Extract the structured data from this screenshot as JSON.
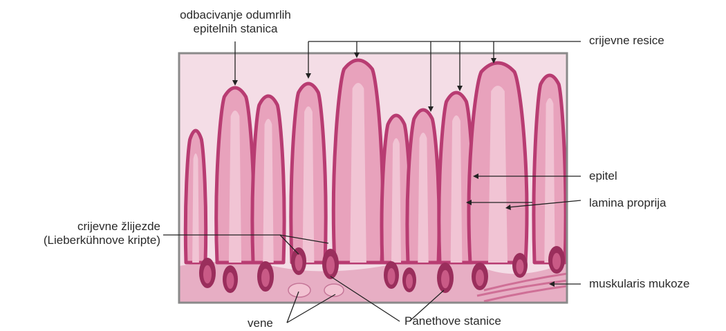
{
  "labels": {
    "shedding_line1": "odbacivanje odumrlih",
    "shedding_line2": "epitelnih stanica",
    "villi": "crijevne resice",
    "epithelium": "epitel",
    "lamina_propria": "lamina proprija",
    "glands_line1": "crijevne žlijezde",
    "glands_line2": "(Lieberkühnove kripte)",
    "muscularis": "muskularis mukoze",
    "veins": "vene",
    "paneth": "Panethove stanice"
  },
  "colors": {
    "background": "#ffffff",
    "tissue_bg": "#f4dde6",
    "villus_fill": "#e8a2bc",
    "villus_edge": "#b83c72",
    "crypt_fill": "#9a2e5c",
    "crypt_core": "#c95a86",
    "submucosa": "#e7aec4",
    "muscle": "#cf6f96",
    "frame": "#8a8a8a",
    "leader": "#222222",
    "text": "#2a2a2a"
  }
}
